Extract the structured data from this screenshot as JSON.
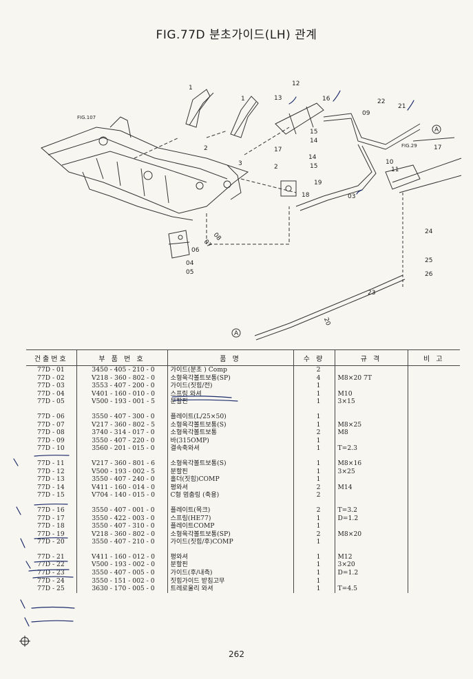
{
  "title": "FIG.77D 분초가이드(LH) 관계",
  "figure": {
    "labels": {
      "fig107": "FIG.107",
      "fig29": "FIG.29",
      "n17": "17",
      "n1a": "1",
      "n1b": "1",
      "n2a": "2",
      "n2b": "2",
      "n3": "3",
      "n12": "12",
      "n13": "13",
      "n16": "16",
      "n15a": "15",
      "n14a": "14",
      "n14b": "14",
      "n15b": "15",
      "n17b": "17",
      "n19": "19",
      "n18": "18",
      "n09": "09",
      "n22": "22",
      "n21": "21",
      "nA1": "A",
      "nA2": "A",
      "n10": "10",
      "n11": "11",
      "n03": "03",
      "n24": "24",
      "n25": "25",
      "n26": "26",
      "n23": "23",
      "n20": "20",
      "n06": "06",
      "n07": "07",
      "n08": "08",
      "n04": "04",
      "n05": "05"
    }
  },
  "table": {
    "headers": [
      "건출번호",
      "부 품 번 호",
      "품 명",
      "수 량",
      "규 격",
      "비 고"
    ],
    "groups": [
      [
        {
          "no": "77D - 01",
          "part": "3450 - 405 - 210 - 0",
          "name": "가이드(분초    ) Comp",
          "qty": "2",
          "spec": ""
        },
        {
          "no": "77D - 02",
          "part": "V218 - 360 - 802 - 0",
          "name": "소형육각볼트보통(SP)",
          "qty": "4",
          "spec": "M8×20 7T"
        },
        {
          "no": "77D - 03",
          "part": "3553 - 407 - 200 - 0",
          "name": "가이드(짓힘/전)",
          "qty": "1",
          "spec": ""
        },
        {
          "no": "77D - 04",
          "part": "V401 - 160 - 010 - 0",
          "name": "스프링 와셔",
          "qty": "1",
          "spec": "M10"
        },
        {
          "no": "77D - 05",
          "part": "V500 - 193 - 001 - 5",
          "name": "분할핀",
          "qty": "1",
          "spec": "3×15"
        }
      ],
      [
        {
          "no": "77D - 06",
          "part": "3550 - 407 - 300 - 0",
          "name": "플레이트(L/25×50)",
          "qty": "1",
          "spec": ""
        },
        {
          "no": "77D - 07",
          "part": "V217 - 360 - 802 - 5",
          "name": "소형육각볼트보통(S)",
          "qty": "1",
          "spec": "M8×25"
        },
        {
          "no": "77D - 08",
          "part": "3740 - 314 - 017 - 0",
          "name": "소형육각볼트보통",
          "qty": "2",
          "spec": "M8"
        },
        {
          "no": "77D - 09",
          "part": "3550 - 407 - 220 - 0",
          "name": "바(315OMP)",
          "qty": "1",
          "spec": ""
        },
        {
          "no": "77D - 10",
          "part": "3560 - 201 - 015 - 0",
          "name": "결속축와셔",
          "qty": "1",
          "spec": "T=2.3"
        }
      ],
      [
        {
          "no": "77D - 11",
          "part": "V217 - 360 - 801 - 6",
          "name": "소형육각볼트보통(S)",
          "qty": "1",
          "spec": "M8×16"
        },
        {
          "no": "77D - 12",
          "part": "V500 - 193 - 002 - 5",
          "name": "분할핀",
          "qty": "1",
          "spec": "3×25"
        },
        {
          "no": "77D - 13",
          "part": "3550 - 407 - 240 - 0",
          "name": "홀더(짓힘)COMP",
          "qty": "1",
          "spec": ""
        },
        {
          "no": "77D - 14",
          "part": "V411 - 160 - 014 - 0",
          "name": "평와셔",
          "qty": "2",
          "spec": "M14"
        },
        {
          "no": "77D - 15",
          "part": "V704 - 140 - 015 - 0",
          "name": "C형 멈춤링 (축용)",
          "qty": "2",
          "spec": ""
        }
      ],
      [
        {
          "no": "77D - 16",
          "part": "3550 - 407 - 001 - 0",
          "name": "플레이트(목크)",
          "qty": "2",
          "spec": "T=3.2"
        },
        {
          "no": "77D - 17",
          "part": "3550 - 422 - 003 - 0",
          "name": "스프링(HE77)",
          "qty": "1",
          "spec": "D=1.2"
        },
        {
          "no": "77D - 18",
          "part": "3550 - 407 - 310 - 0",
          "name": "플레이트COMP",
          "qty": "1",
          "spec": ""
        },
        {
          "no": "77D - 19",
          "part": "V218 - 360 - 802 - 0",
          "name": "소형육각볼트보통(SP)",
          "qty": "2",
          "spec": "M8×20"
        },
        {
          "no": "77D - 20",
          "part": "3550 - 407 - 210 - 0",
          "name": "가이드(짓힘/후)COMP",
          "qty": "1",
          "spec": ""
        }
      ],
      [
        {
          "no": "77D - 21",
          "part": "V411 - 160 - 012 - 0",
          "name": "평와셔",
          "qty": "1",
          "spec": "M12"
        },
        {
          "no": "77D - 22",
          "part": "V500 - 193 - 002 - 0",
          "name": "분할핀",
          "qty": "1",
          "spec": "3×20"
        },
        {
          "no": "77D - 23",
          "part": "3550 - 407 - 005 - 0",
          "name": "가이드(후/내측)",
          "qty": "1",
          "spec": "D=1.2"
        },
        {
          "no": "77D - 24",
          "part": "3550 - 151 - 002 - 0",
          "name": "짓힘가이드 받침고무",
          "qty": "1",
          "spec": ""
        },
        {
          "no": "77D - 25",
          "part": "3630 - 170 - 005 - 0",
          "name": "트레로울리 와셔",
          "qty": "1",
          "spec": "T=4.5"
        }
      ]
    ]
  },
  "page_number": "262",
  "colors": {
    "ink": "#222222",
    "paper": "#f7f6f1",
    "pen": "#1b2a6b"
  }
}
